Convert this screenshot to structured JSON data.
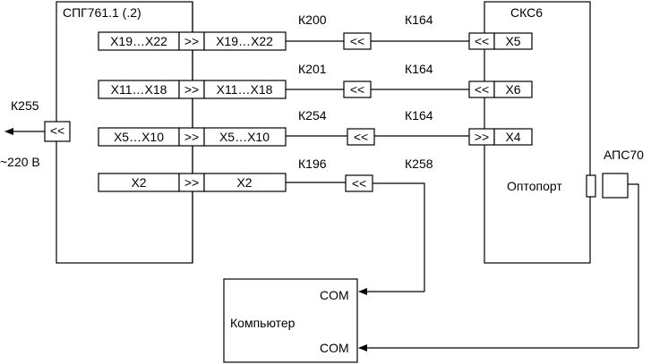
{
  "spg": {
    "title": "СПГ761.1 (.2)"
  },
  "sks": {
    "title": "СКС6"
  },
  "rows": [
    {
      "left": "Х19…Х22",
      "arrow": ">>",
      "right": "Х19…Х22",
      "cable_a": "К200",
      "conn_a": "<<",
      "cable_b": "К164",
      "conn_b": "<<",
      "port": "Х5"
    },
    {
      "left": "Х11…Х18",
      "arrow": ">>",
      "right": "Х11…Х18",
      "cable_a": "К201",
      "conn_a": "<<",
      "cable_b": "К164",
      "conn_b": "<<",
      "port": "Х6"
    },
    {
      "left": "Х5…Х10",
      "arrow": ">>",
      "right": "Х5…Х10",
      "cable_a": "К254",
      "conn_a": "<<",
      "cable_b": "К164",
      "conn_b": ">>",
      "port": "Х4"
    },
    {
      "left": "Х2",
      "arrow": ">>",
      "right": "Х2",
      "cable_a": "К196",
      "conn_a": "<<",
      "cable_b": "К258"
    }
  ],
  "power": {
    "cable": "К255",
    "connector": "<<",
    "voltage": "~220 В"
  },
  "optoport": {
    "label": "Оптопорт"
  },
  "aps": {
    "label": "АПС70"
  },
  "computer": {
    "label": "Компьютер",
    "com1": "COM",
    "com2": "COM"
  }
}
